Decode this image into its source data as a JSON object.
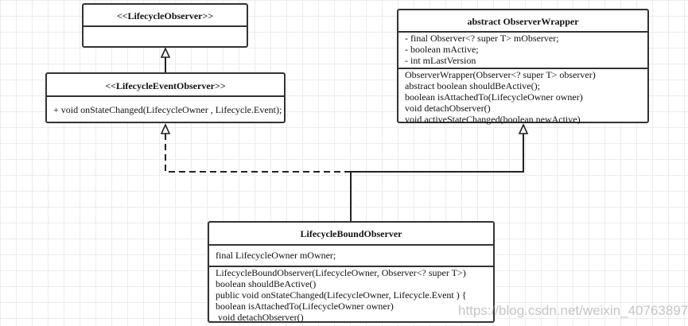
{
  "classes": {
    "lifecycle_observer": {
      "title": "<<LifecycleObserver>>"
    },
    "lifecycle_event_observer": {
      "title": "<<LifecycleEventObserver>>",
      "methods": [
        "+ void onStateChanged(LifecycleOwner , Lifecycle.Event);"
      ]
    },
    "observer_wrapper": {
      "title": "abstract ObserverWrapper",
      "fields": [
        "- final Observer<? super T> mObserver;",
        "- boolean mActive;",
        "- int mLastVersion"
      ],
      "methods": [
        "ObserverWrapper(Observer<? super T> observer)",
        "abstract boolean shouldBeActive();",
        "boolean isAttachedTo(LifecycleOwner owner)",
        "void detachObserver()",
        "void activeStateChanged(boolean newActive)"
      ]
    },
    "lifecycle_bound_observer": {
      "title": "LifecycleBoundObserver",
      "fields": [
        "final LifecycleOwner mOwner;"
      ],
      "methods": [
        "LifecycleBoundObserver(LifecycleOwner, Observer<? super T>)",
        "boolean shouldBeActive()",
        "public void onStateChanged(LifecycleOwner, Lifecycle.Event ) {",
        "boolean isAttachedTo(LifecycleOwner owner)",
        " void detachObserver()"
      ]
    }
  },
  "relations": [
    {
      "from": "LifecycleEventObserver",
      "to": "LifecycleObserver",
      "type": "inheritance"
    },
    {
      "from": "LifecycleBoundObserver",
      "to": "LifecycleEventObserver",
      "type": "realization"
    },
    {
      "from": "LifecycleBoundObserver",
      "to": "ObserverWrapper",
      "type": "inheritance"
    }
  ],
  "watermark": "https://blog.csdn.net/weixin_40763897"
}
